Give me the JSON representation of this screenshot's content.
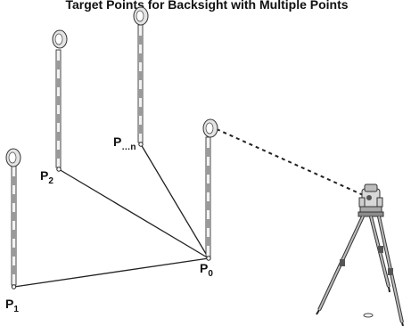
{
  "diagram": {
    "title": "Target Points for Backsight with Multiple Points",
    "points": [
      {
        "name": "P",
        "sub": "0"
      },
      {
        "name": "P",
        "sub": "1"
      },
      {
        "name": "P",
        "sub": "2"
      },
      {
        "name": "P",
        "sub": "…n"
      }
    ],
    "connections": [
      {
        "from": "P0",
        "to": "P1",
        "style": "solid"
      },
      {
        "from": "P0",
        "to": "P2",
        "style": "solid"
      },
      {
        "from": "P0",
        "to": "P…n",
        "style": "solid"
      },
      {
        "from": "P0-prism",
        "to": "total-station",
        "style": "dashed"
      }
    ],
    "objects": [
      {
        "type": "prism-pole",
        "at": "P0"
      },
      {
        "type": "prism-pole",
        "at": "P1"
      },
      {
        "type": "prism-pole",
        "at": "P2"
      },
      {
        "type": "prism-pole",
        "at": "P…n"
      },
      {
        "type": "total-station-on-tripod"
      }
    ],
    "icon": "survey-instrument-icon"
  }
}
